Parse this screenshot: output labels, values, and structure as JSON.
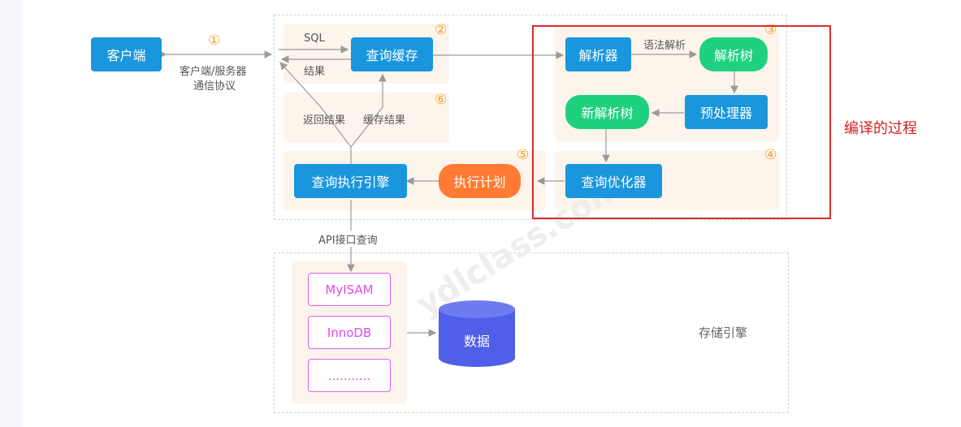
{
  "nodes": {
    "client": "客户端",
    "query_cache": "查询缓存",
    "parser": "解析器",
    "parse_tree": "解析树",
    "preprocessor": "预处理器",
    "new_parse_tree": "新解析树",
    "optimizer": "查询优化器",
    "exec_plan": "执行计划",
    "exec_engine": "查询执行引擎",
    "data": "数据"
  },
  "engines": [
    "MyISAM",
    "InnoDB",
    "..........."
  ],
  "labels": {
    "protocol_line1": "客户端/服务器",
    "protocol_line2": "通信协议",
    "sql": "SQL",
    "result": "结果",
    "syntax_parse": "语法解析",
    "return_result": "返回结果",
    "cache_result": "缓存结果",
    "api_query": "API接口查询",
    "storage_engine": "存储引擎",
    "compile_process": "编译的过程"
  },
  "steps": [
    "①",
    "②",
    "③",
    "④",
    "⑤",
    "⑥"
  ],
  "watermark": "ydlclass.com",
  "colors": {
    "node_blue": "#1a96de",
    "tree_green": "#1fd17f",
    "plan_orange": "#ff7a33",
    "engine_magenta": "#e04bea",
    "data_cylinder": "#4f5fe8",
    "step_number": "#f5a12e",
    "highlight_red": "#e02a2a"
  }
}
